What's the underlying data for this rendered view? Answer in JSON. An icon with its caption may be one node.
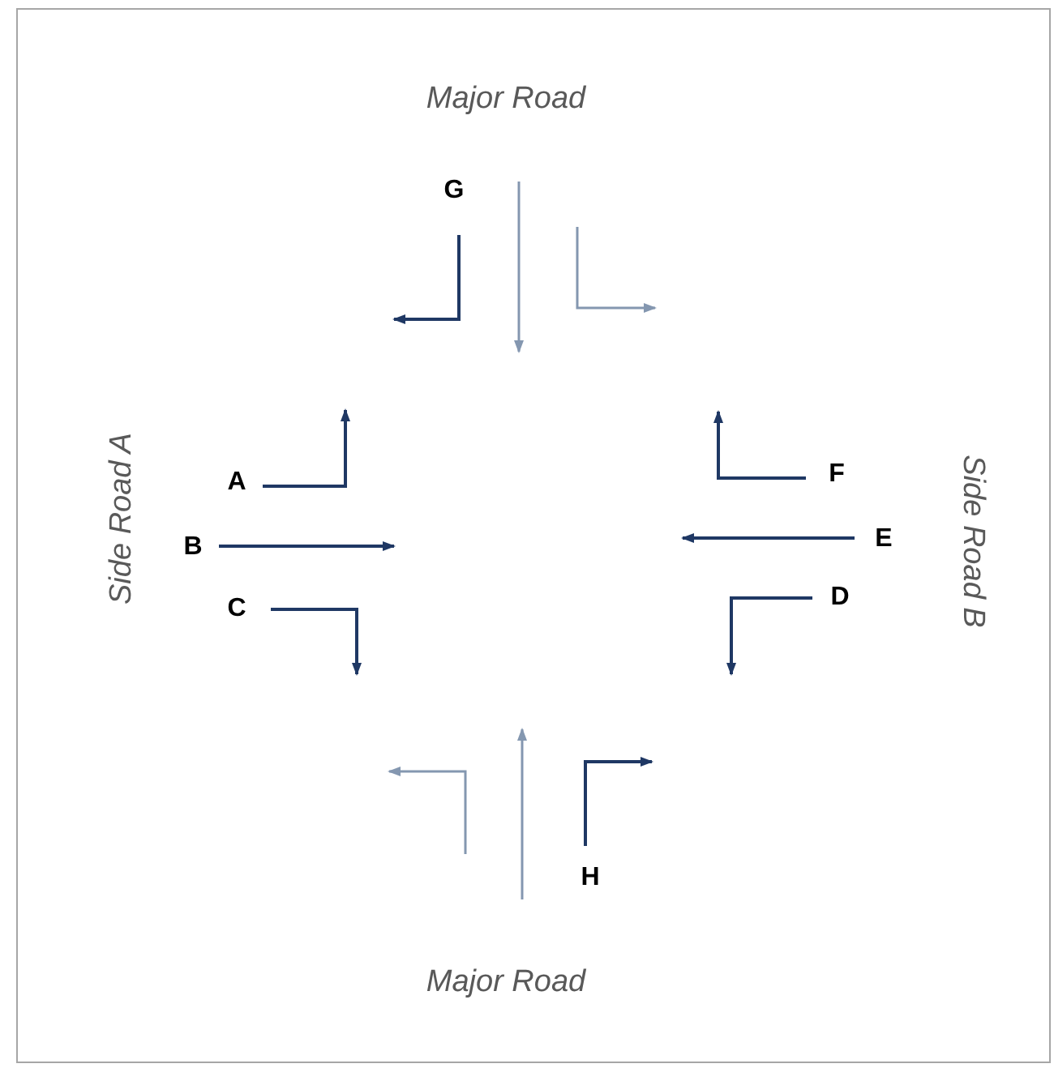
{
  "diagram": {
    "labels": [
      "Major Road",
      "G",
      "Side Road A",
      "A",
      "F",
      "B",
      "E",
      "Side Road B",
      "C",
      "D",
      "H",
      "Major Road"
    ]
  }
}
